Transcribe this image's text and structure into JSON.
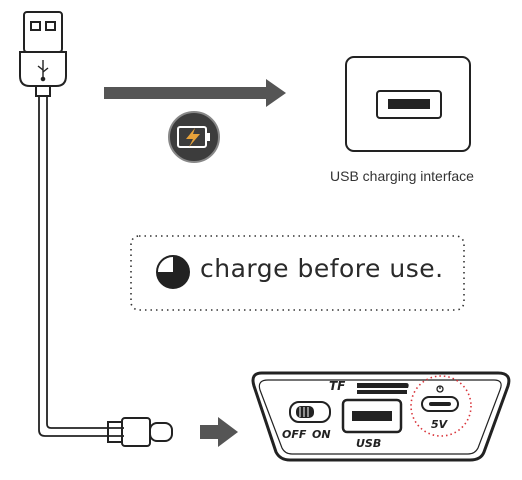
{
  "caption": {
    "text": "USB charging interface"
  },
  "note": {
    "text": "charge before use."
  },
  "panel": {
    "tf_label": "TF",
    "usb_label": "USB",
    "off_label": "OFF",
    "on_label": "ON",
    "dc_label": "5V"
  },
  "icons": {
    "battery": "battery-charging-icon",
    "pie": "half-pie-clock-icon"
  },
  "colors": {
    "arrow": "#555555",
    "battery_badge": "#3c3c3c",
    "battery_bolt": "#e8a23a",
    "highlight_ring": "#d9343a"
  }
}
